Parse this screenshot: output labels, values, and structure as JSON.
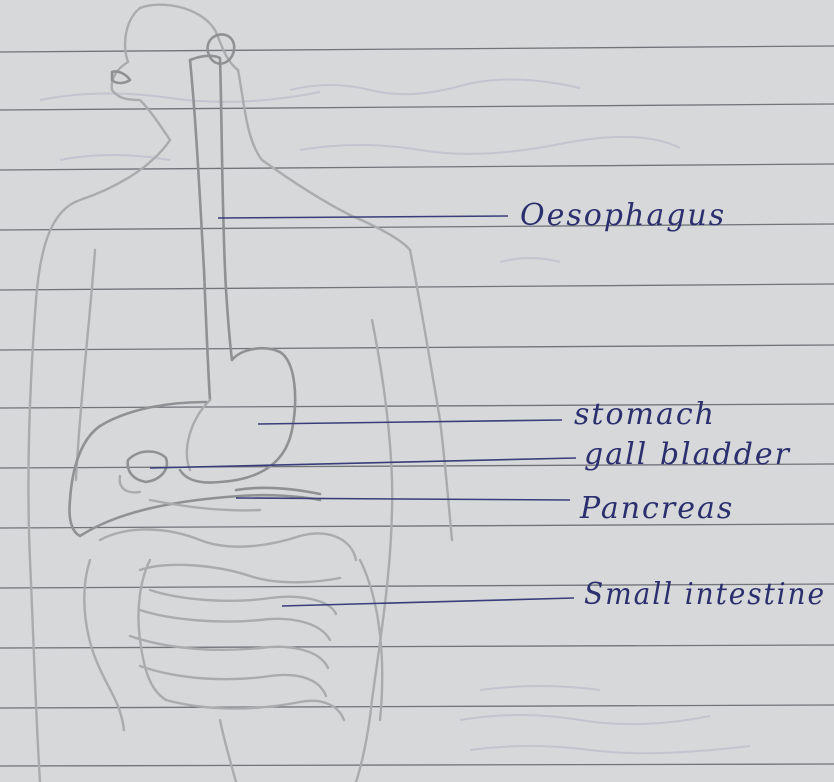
{
  "diagram": {
    "subject": "human digestive system",
    "labels": [
      {
        "id": "oesophagus",
        "text": "Oesophagus"
      },
      {
        "id": "stomach",
        "text": "stomach"
      },
      {
        "id": "gall-bladder",
        "text": "gall bladder"
      },
      {
        "id": "pancreas",
        "text": "Pancreas"
      },
      {
        "id": "small-intestine",
        "text": "Small intestine"
      }
    ]
  },
  "colors": {
    "paper": "#d6d8d9",
    "ink": "#2c2f6e",
    "pencil": "#a9acad",
    "ruled_line": "#50535a"
  }
}
